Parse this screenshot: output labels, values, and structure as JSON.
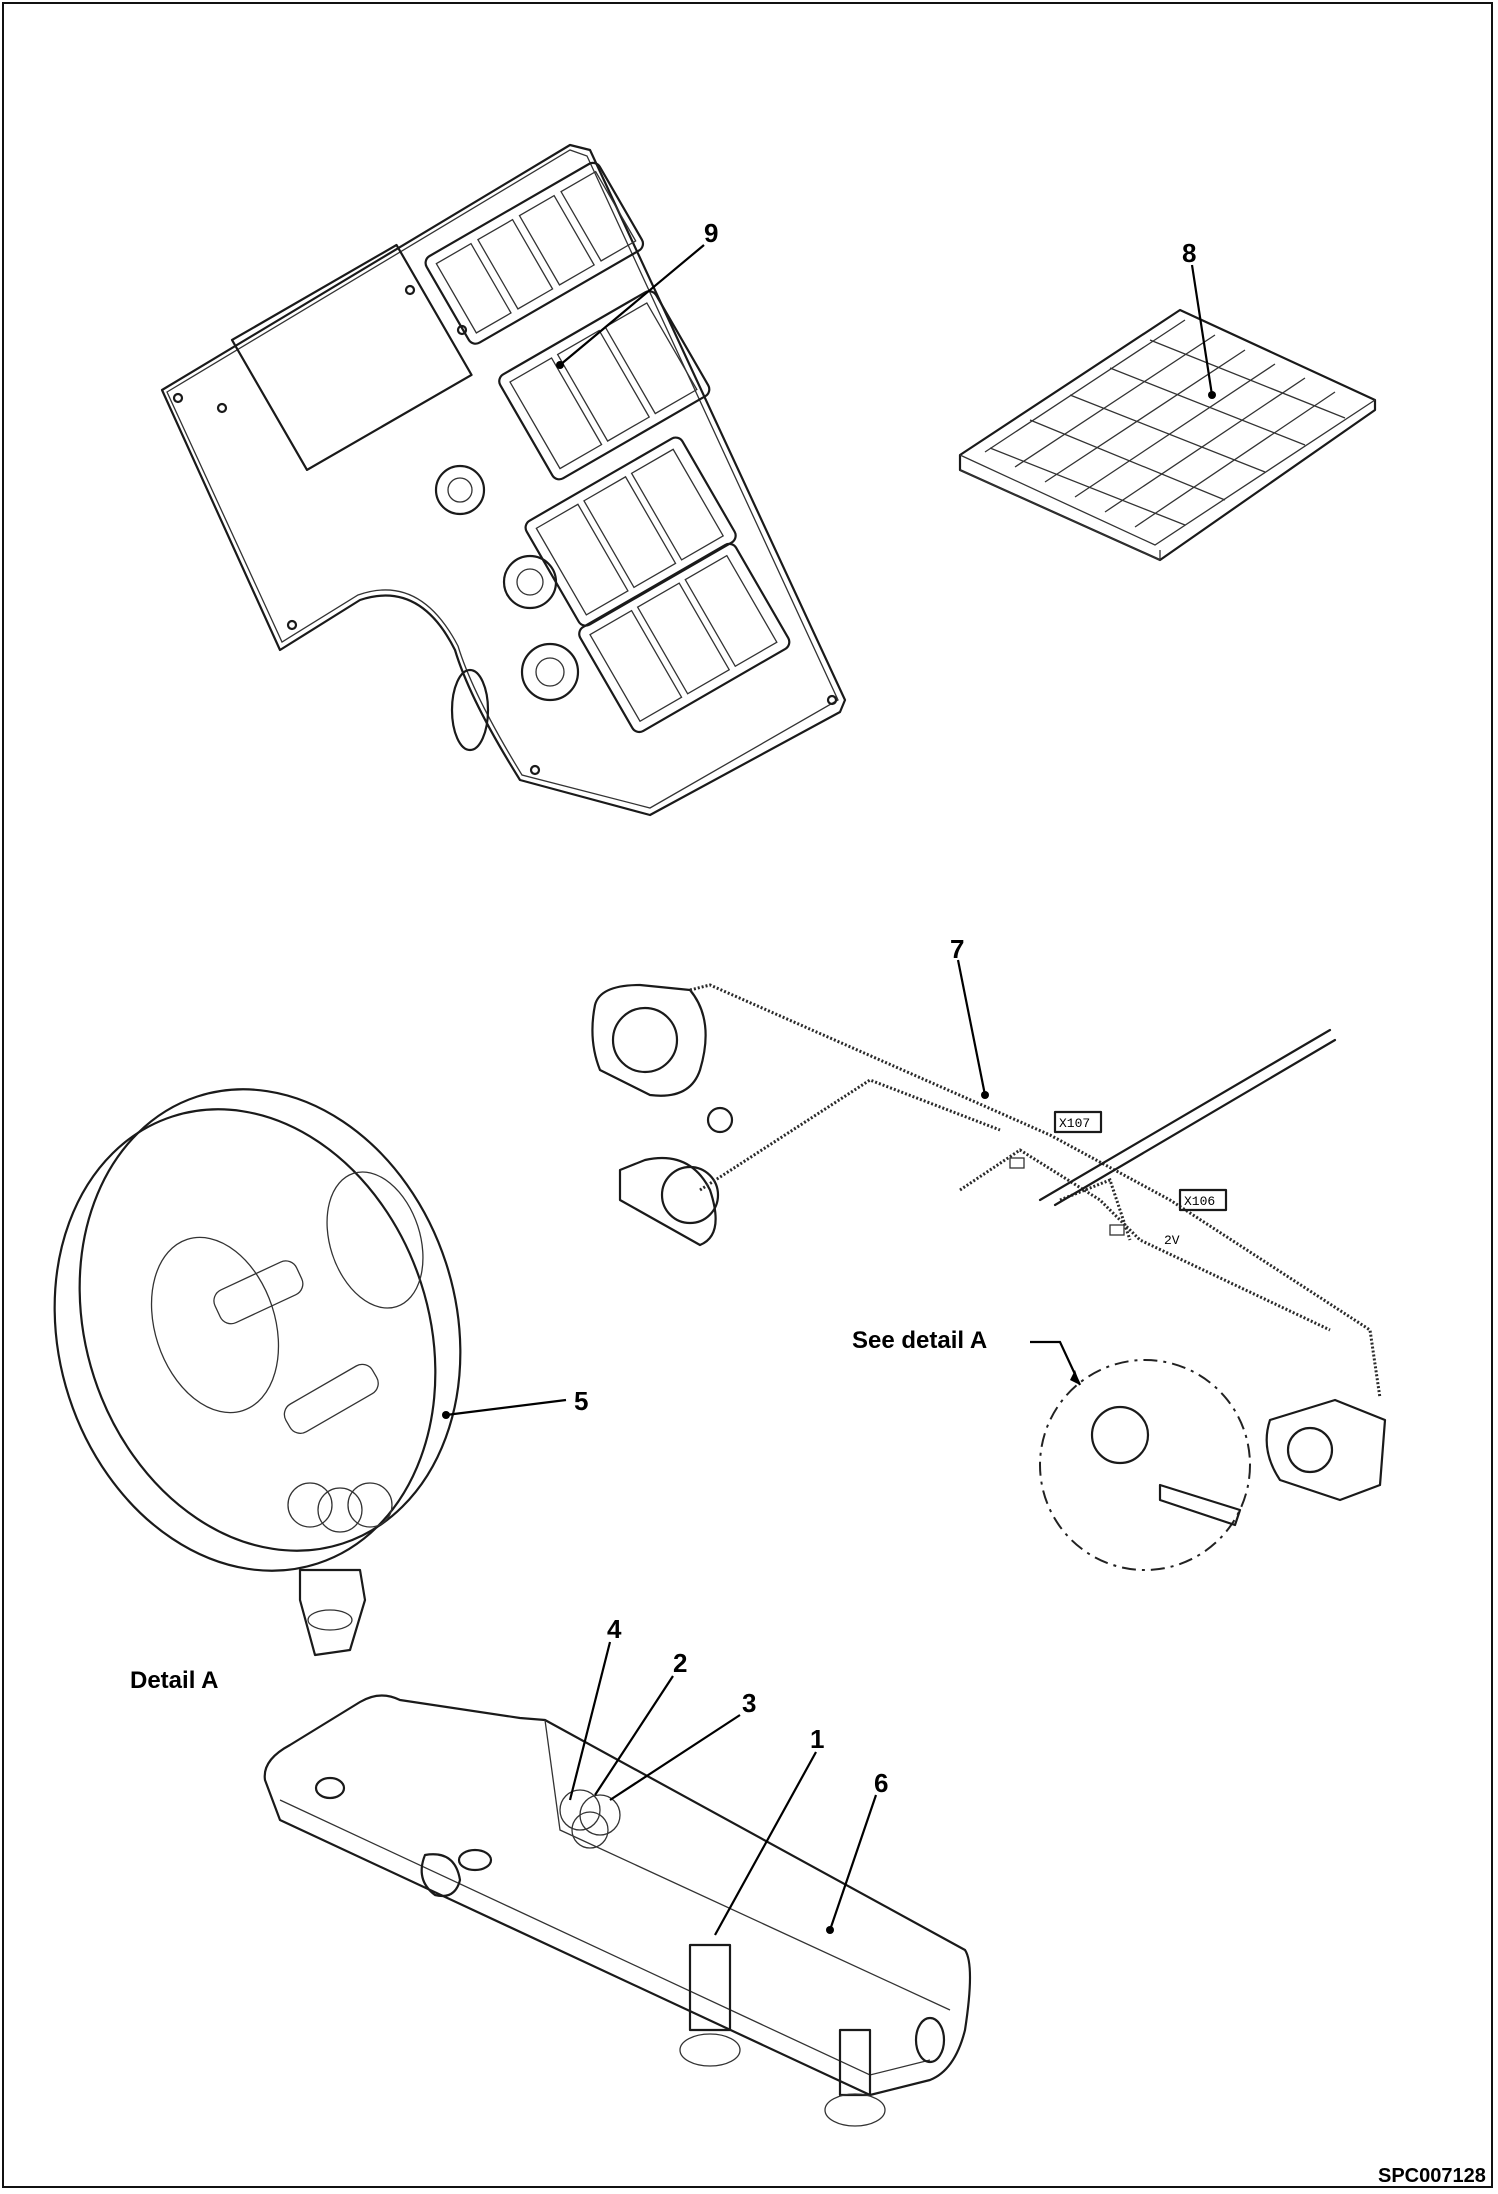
{
  "callouts": {
    "c1": "1",
    "c2": "2",
    "c3": "3",
    "c4": "4",
    "c5": "5",
    "c6": "6",
    "c7": "7",
    "c8": "8",
    "c9": "9"
  },
  "labels": {
    "see_detail": "See detail A",
    "detail": "Detail A"
  },
  "connectors": {
    "x107": "X107",
    "x106": "X106",
    "pin": "2V"
  },
  "drawing_code": "SPC007128"
}
